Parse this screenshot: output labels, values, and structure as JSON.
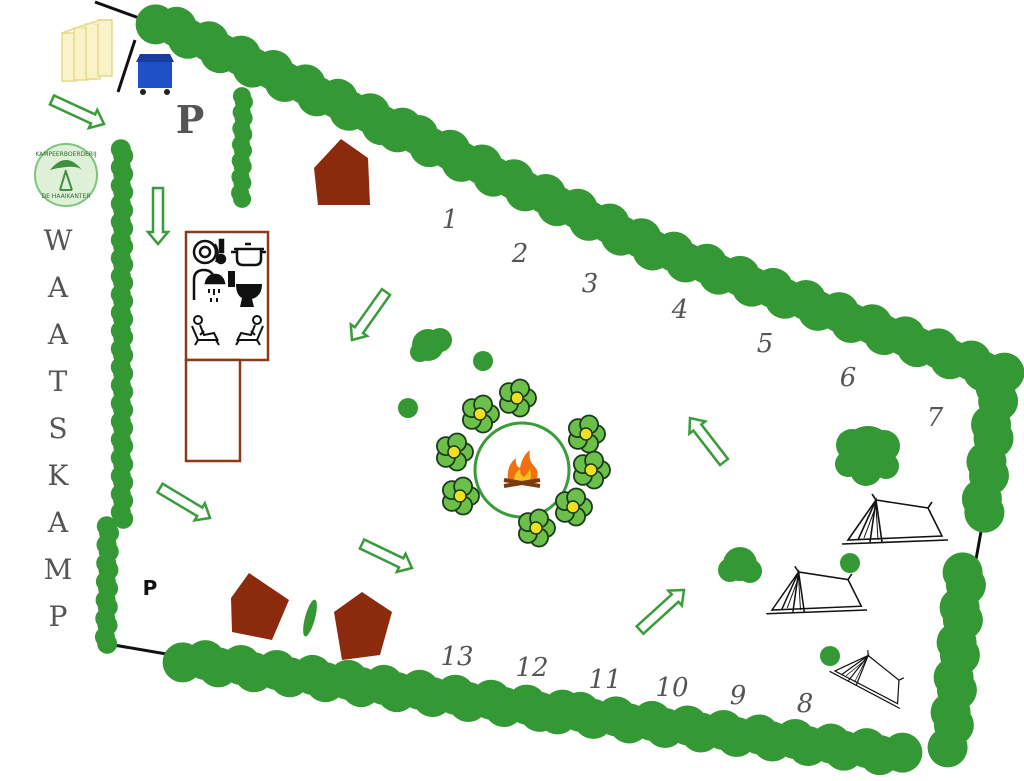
{
  "map": {
    "colors": {
      "hedge": "#349934",
      "hedge_dark": "#2b8a2b",
      "building": "#8b2a0c",
      "outline": "#111111",
      "facility_border": "#8b3a1a",
      "arrow": "#3a9b3a",
      "label": "#555555",
      "flower_yellow": "#f0e020",
      "fire": "#f07010"
    },
    "side_label_letters": [
      "W",
      "A",
      "A",
      "T",
      "S",
      "K",
      "A",
      "M",
      "P"
    ],
    "logo": {
      "top_text": "KAMPEERBOERDERIJ",
      "bottom_text": "DE HAAIKANTER"
    },
    "parking": {
      "top_label": "P",
      "bottom_label": "P"
    },
    "plot_numbers": [
      "1",
      "2",
      "3",
      "4",
      "5",
      "6",
      "7",
      "8",
      "9",
      "10",
      "11",
      "12",
      "13"
    ],
    "icons": {
      "firewood": "firewood-crate-icon",
      "bin": "blue-container-bin-icon",
      "dishes": "dishes-icon",
      "cooking_pot": "cooking-pot-icon",
      "shower": "shower-icon",
      "toilet": "toilet-icon",
      "relax_left": "relax-chair-icon",
      "relax_right": "relax-chair-icon",
      "campfire": "campfire-icon",
      "tent": "tent-icon"
    }
  }
}
